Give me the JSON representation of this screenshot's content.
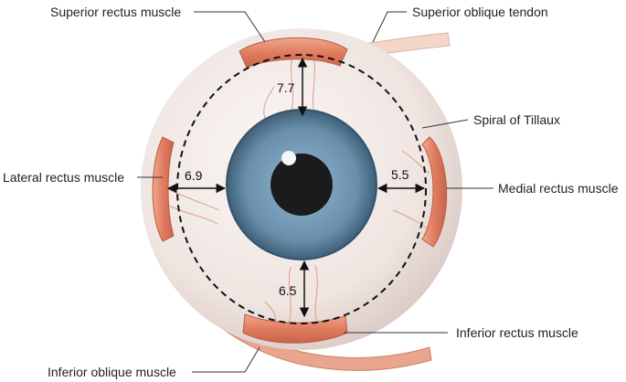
{
  "labels": {
    "superior_rectus": "Superior rectus muscle",
    "superior_oblique": "Superior oblique tendon",
    "spiral_tillaux": "Spiral of Tillaux",
    "lateral_rectus": "Lateral rectus muscle",
    "medial_rectus": "Medial rectus muscle",
    "inferior_rectus": "Inferior rectus muscle",
    "inferior_oblique": "Inferior oblique muscle"
  },
  "measurements": {
    "superior": "7.7",
    "lateral": "6.9",
    "medial": "5.5",
    "inferior": "6.5"
  },
  "colors": {
    "sclera": "#efe6e2",
    "muscle": "#e58a6c",
    "iris": "#5f86a6",
    "pupil": "#1b1b1d",
    "vessel": "#d98a7a"
  }
}
